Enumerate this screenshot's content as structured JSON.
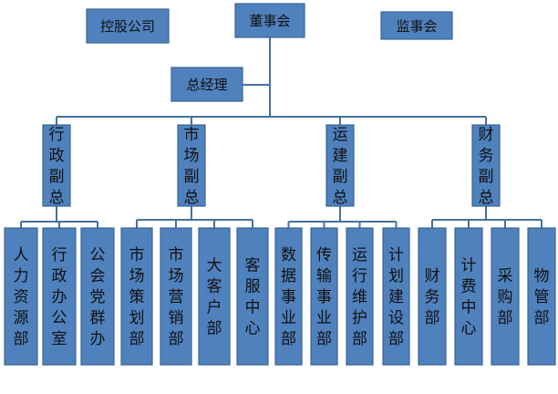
{
  "title": "",
  "colors": {
    "box_fill": "#4f81bd",
    "box_border": "#3a6494",
    "connector": "#44719f",
    "text": "#111111"
  },
  "top": {
    "holding": "控股公司",
    "board": "董事会",
    "supervisors": "监事会",
    "gm": "总经理"
  },
  "vps": [
    {
      "id": "vp-admin",
      "label": "行政副总",
      "departments": [
        "人力资源部",
        "行政办公室",
        "公会党群办"
      ]
    },
    {
      "id": "vp-market",
      "label": "市场副总",
      "departments": [
        "市场策划部",
        "市场营销部",
        "大客户部",
        "客服中心"
      ]
    },
    {
      "id": "vp-ops",
      "label": "运建副总",
      "departments": [
        "数据事业部",
        "传输事业部",
        "运行维护部",
        "计划建设部"
      ]
    },
    {
      "id": "vp-finance",
      "label": "财务副总",
      "departments": [
        "财务部",
        "计费中心",
        "采购部",
        "物管部"
      ]
    }
  ]
}
